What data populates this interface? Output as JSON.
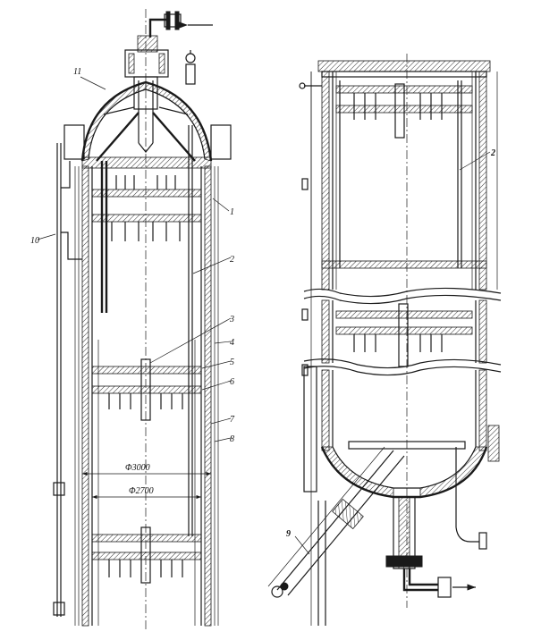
{
  "left_view": {
    "callouts": [
      "11",
      "10",
      "1",
      "2",
      "3",
      "4",
      "5",
      "6",
      "7",
      "8"
    ],
    "dimensions": [
      "Φ3000",
      "Φ2700"
    ]
  },
  "right_view": {
    "callouts": [
      "2",
      "9"
    ]
  }
}
